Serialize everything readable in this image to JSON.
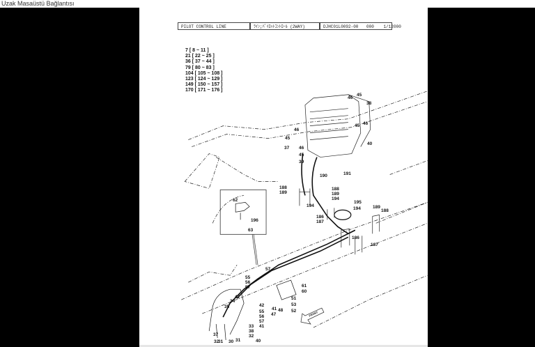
{
  "window": {
    "title": "Uzak Masaüstü Bağlantısı"
  },
  "document": {
    "header": {
      "title_en": "PILOT CONTROL LINE",
      "title_jp": "ﾗｲﾝ;ﾊﾟｲﾛｯﾄｺﾝﾄﾛｰﾙ (2WAY)",
      "part_code": "DJHC01L0092-00",
      "rev": "000",
      "page": "1/12",
      "extra": "000"
    },
    "index_list": [
      "7 [ 8 ~ 11 ]",
      "21 [ 22 ~ 25 ]",
      "36 [ 37 ~ 44 ]",
      "79 [ 80 ~ 83 ]",
      "104 [ 105 ~ 108 ]",
      "123 [ 124 ~ 129 ]",
      "149 [ 150 ~ 157 ]",
      "170 [ 171 ~ 176 ]"
    ],
    "callouts": {
      "c45a": "45",
      "c46a": "46",
      "c38": "38",
      "c45b": "45",
      "c46b": "46",
      "c40a": "40",
      "c46c": "46",
      "c45c": "45",
      "c37a": "37",
      "c46d": "46",
      "c45d": "45",
      "c39": "39",
      "c190": "190",
      "c191": "191",
      "c188a": "188",
      "c189a": "189",
      "c188b": "188",
      "c189b": "189",
      "c194a": "194",
      "c194b": "194",
      "c195": "195",
      "c194c": "194",
      "c189c": "189",
      "c188c": "188",
      "c186a": "186",
      "c187a": "187",
      "c186b": "186",
      "c187b": "187",
      "c62": "62",
      "c196": "196",
      "c63": "63",
      "c57a": "57",
      "c55a": "55",
      "c56a": "56",
      "c57b": "57",
      "c61": "61",
      "c60": "60",
      "c51": "51",
      "c53": "53",
      "c52": "52",
      "c42a": "42",
      "c34": "34",
      "c35": "35",
      "c42b": "42",
      "c55b": "55",
      "c56b": "56",
      "c57c": "57",
      "c41a": "41",
      "c47": "47",
      "c48": "48",
      "c41b": "41",
      "c33": "33",
      "c38b": "38",
      "c32a": "32",
      "c37b": "37",
      "c32b": "32",
      "c31a": "31",
      "c31b": "31",
      "c30": "30",
      "c40b": "40"
    },
    "front_label": "FRONT"
  }
}
